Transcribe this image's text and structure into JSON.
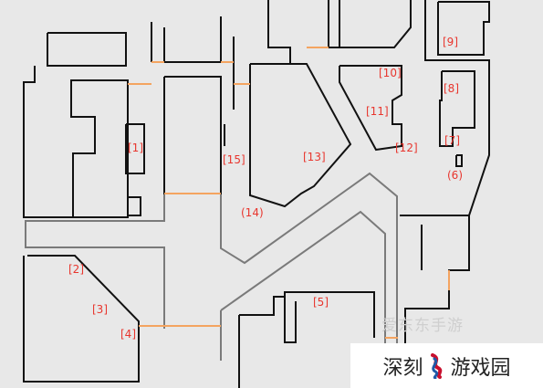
{
  "colors": {
    "background": "#e8e8e8",
    "wall": "#111111",
    "road": "#7a7a7a",
    "door": "#f4a460",
    "label": "#e8362e",
    "watermark_bg": "#ffffff"
  },
  "labels": [
    {
      "id": "1",
      "text": "[1]"
    },
    {
      "id": "2",
      "text": "[2]"
    },
    {
      "id": "3",
      "text": "[3]"
    },
    {
      "id": "4",
      "text": "[4]"
    },
    {
      "id": "5",
      "text": "[5]"
    },
    {
      "id": "6",
      "text": "(6)"
    },
    {
      "id": "7",
      "text": "[7]"
    },
    {
      "id": "8",
      "text": "[8]"
    },
    {
      "id": "9",
      "text": "[9]"
    },
    {
      "id": "10",
      "text": "[10]"
    },
    {
      "id": "11",
      "text": "[11]"
    },
    {
      "id": "12",
      "text": "[12]"
    },
    {
      "id": "13",
      "text": "[13]"
    },
    {
      "id": "14",
      "text": "(14)"
    },
    {
      "id": "15",
      "text": "[15]"
    }
  ],
  "watermark": {
    "text_left": "深刻",
    "text_right": "游戏园",
    "faint_text": "爱东东手游"
  }
}
